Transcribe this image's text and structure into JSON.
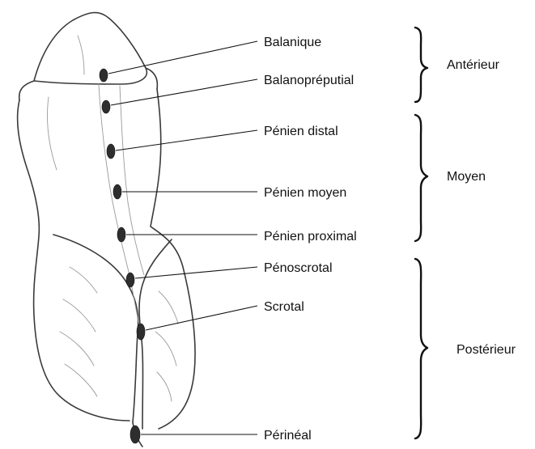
{
  "sites": [
    {
      "label": "Balanique"
    },
    {
      "label": "Balanopréputial"
    },
    {
      "label": "Pénien distal"
    },
    {
      "label": "Pénien moyen"
    },
    {
      "label": "Pénien proximal"
    },
    {
      "label": "Pénoscrotal"
    },
    {
      "label": "Scrotal"
    },
    {
      "label": "Périnéal"
    }
  ],
  "groups": [
    {
      "label": "Antérieur"
    },
    {
      "label": "Moyen"
    },
    {
      "label": "Postérieur"
    }
  ]
}
